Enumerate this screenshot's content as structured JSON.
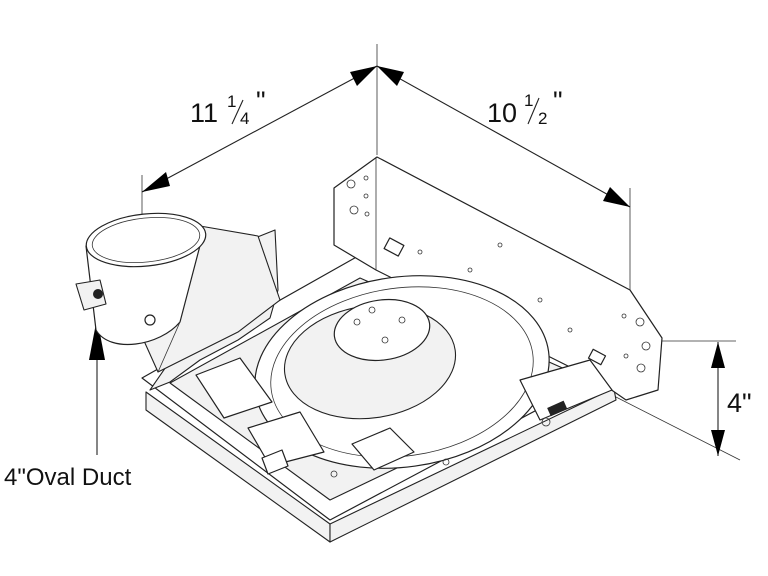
{
  "dimensions": {
    "width": {
      "whole": "11",
      "num": "1",
      "den": "4",
      "unit": "\""
    },
    "depth": {
      "whole": "10",
      "num": "1",
      "den": "2",
      "unit": "\""
    },
    "height": "4\""
  },
  "callout": {
    "duct": "4\"Oval Duct"
  }
}
